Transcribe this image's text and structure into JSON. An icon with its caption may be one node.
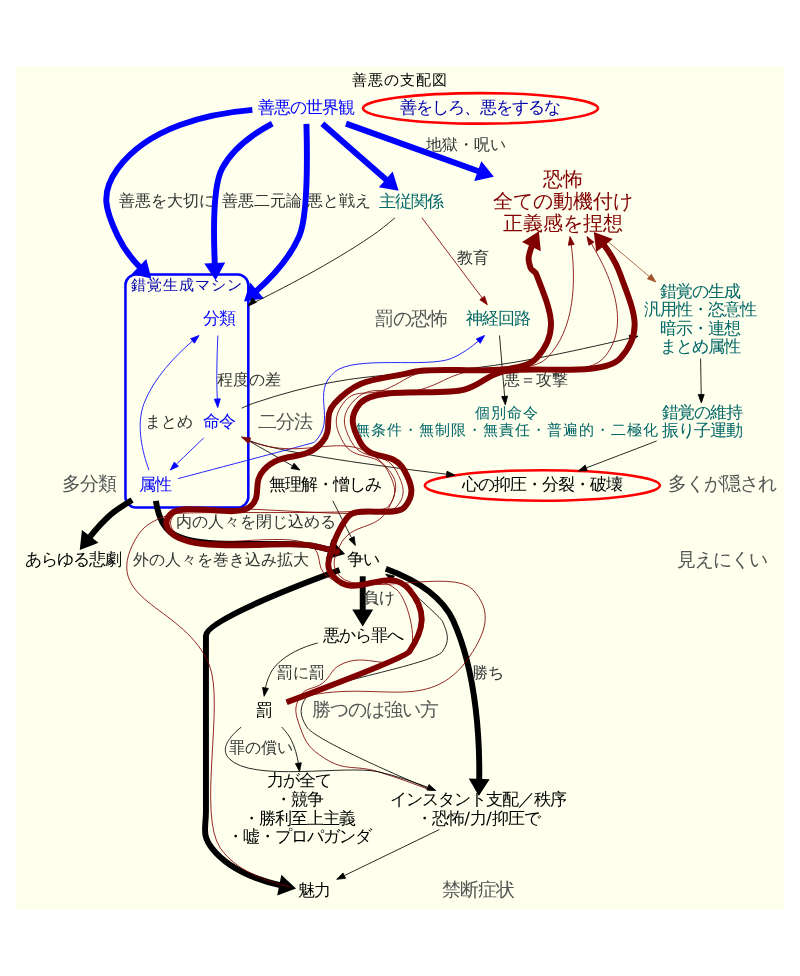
{
  "diagram": {
    "title": "善悪の支配図",
    "nodes": [
      {
        "text": [
          "恐怖",
          "全ての動機付け",
          "正義感を捏想"
        ]
      },
      {
        "text": [
          "善悪の世界観"
        ]
      },
      {
        "text": [
          "善をしろ、悪をするな"
        ]
      },
      {
        "text": [
          "錯覚の生成",
          "汎用性・恣意性",
          "暗示・連想",
          "まとめ属性"
        ]
      },
      {
        "text": [
          "錯覚の維持",
          "振り子運動"
        ]
      },
      {
        "text": [
          "主従関係"
        ]
      },
      {
        "text": [
          "神経回路"
        ]
      },
      {
        "text": [
          "錯覚生成マシン"
        ]
      },
      {
        "text": [
          "分類"
        ],
        "in": 7
      },
      {
        "text": [
          "命令"
        ],
        "in": 7
      },
      {
        "text": [
          "属性"
        ],
        "in": 7
      },
      {
        "text": [
          "個別命令",
          "無条件・無制限・無責任・普遍的・二極化"
        ]
      },
      {
        "text": [
          "争い"
        ]
      },
      {
        "text": [
          "あらゆる悲劇"
        ]
      },
      {
        "text": [
          "無理解・憎しみ"
        ]
      },
      {
        "text": [
          "心の抑圧・分裂・破壊"
        ]
      },
      {
        "text": [
          "魅力"
        ]
      },
      {
        "text": [
          "インスタント支配／秩序",
          "・恐怖/力/抑圧で"
        ]
      },
      {
        "text": [
          "力が全て",
          "・競争",
          "・勝利至上主義",
          "・嘘・プロパガンダ"
        ]
      },
      {
        "text": [
          "悪から罪へ"
        ]
      },
      {
        "text": [
          "罰"
        ]
      }
    ],
    "edges": [
      {
        "from": 1,
        "to": 0,
        "arrow": "to",
        "label": "地獄・呪い",
        "style": "thick",
        "color": "#0000ff"
      },
      {
        "from": 1,
        "to": 5,
        "arrow": "to",
        "style": "thick",
        "color": "#0000ff"
      },
      {
        "from": 1,
        "to": 7,
        "arrow": "to",
        "label": "善悪を大切に",
        "style": "thick",
        "color": "#0000ff"
      },
      {
        "from": 1,
        "to": 7,
        "arrow": "to",
        "label": "善悪二元論",
        "style": "thick",
        "color": "#0000ff"
      },
      {
        "from": 1,
        "to": 7,
        "arrow": "to",
        "label": "悪と戦え",
        "style": "thick",
        "color": "#0000ff"
      },
      {
        "from": 10,
        "to": 6,
        "arrow": "to",
        "color": "#0000ff"
      },
      {
        "from": 8,
        "to": 9,
        "arrow": "to",
        "label": "程度の差",
        "color": "#0000ff"
      },
      {
        "from": 9,
        "to": 10,
        "arrow": "to",
        "color": "#0000ff"
      },
      {
        "from": 10,
        "to": 8,
        "arrow": "to",
        "label": "まとめ",
        "color": "#0000ff"
      },
      {
        "from": 5,
        "to": 6,
        "arrow": "to",
        "label": "教育",
        "color": "#800000"
      },
      {
        "from": 5,
        "to": 7,
        "arrow": "to"
      },
      {
        "from": 9,
        "to": 3,
        "arrow": "to"
      },
      {
        "from": 0,
        "to": 3,
        "arrow": "to",
        "color": "#a0522d"
      },
      {
        "from": 3,
        "to": 4,
        "arrow": "to"
      },
      {
        "from": 4,
        "to": 15,
        "arrow": "to"
      },
      {
        "from": 20,
        "to": 0,
        "arrow": "to",
        "style": "thick",
        "color": "#800000"
      },
      {
        "from": 20,
        "to": 9,
        "arrow": "to",
        "color": "#800000"
      },
      {
        "from": 12,
        "to": 0,
        "arrow": "to",
        "style": "thick",
        "color": "#800000"
      },
      {
        "from": 16,
        "to": 0,
        "arrow": "to",
        "label": "外の人々を巻き込み拡大",
        "color": "#800000"
      },
      {
        "from": 17,
        "to": 0,
        "arrow": "to",
        "label": "内の人々を閉じ込める",
        "color": "#800000"
      },
      {
        "from": 6,
        "to": 11,
        "arrow": "to",
        "label": "悪＝攻撃"
      },
      {
        "from": 10,
        "to": 12,
        "arrow": "to",
        "style": "thick"
      },
      {
        "from": 10,
        "to": 13,
        "arrow": "to",
        "style": "thick"
      },
      {
        "from": 9,
        "to": 14,
        "arrow": "to"
      },
      {
        "from": 9,
        "to": 15,
        "arrow": "to"
      },
      {
        "from": 14,
        "to": 12,
        "arrow": "to"
      },
      {
        "from": 12,
        "to": 16,
        "arrow": "to",
        "style": "thick"
      },
      {
        "from": 12,
        "to": 17,
        "arrow": "to",
        "label": "勝ち",
        "style": "thick"
      },
      {
        "from": 12,
        "to": 19,
        "arrow": "to",
        "label": "負け",
        "style": "thick"
      },
      {
        "from": 17,
        "to": 16,
        "arrow": "to"
      },
      {
        "from": 17,
        "to": 12,
        "arrow": "to"
      },
      {
        "from": 20,
        "to": 18,
        "arrow": "to"
      },
      {
        "from": 19,
        "to": 20,
        "arrow": "to",
        "label": "罰に罰"
      },
      {
        "from": 20,
        "to": 17,
        "arrow": "to",
        "label": "罪の償い"
      }
    ],
    "labels": [
      "二分法",
      "多分類",
      "勝つのは強い方",
      "罰の恐怖",
      "禁断症状",
      "多くが隠され",
      "見えにくい"
    ]
  }
}
